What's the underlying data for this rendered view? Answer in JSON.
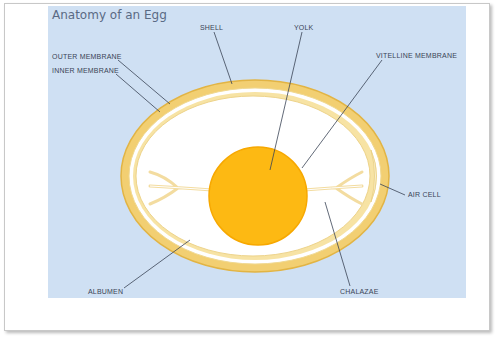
{
  "diagram": {
    "title": "Anatomy of an Egg",
    "labels": [
      "SHELL",
      "YOLK",
      "VITELLINE MEMBRANE",
      "OUTER MEMBRANE",
      "INNER MEMBRANE",
      "AIR CELL",
      "ALBUMEN",
      "CHALAZAE"
    ]
  }
}
